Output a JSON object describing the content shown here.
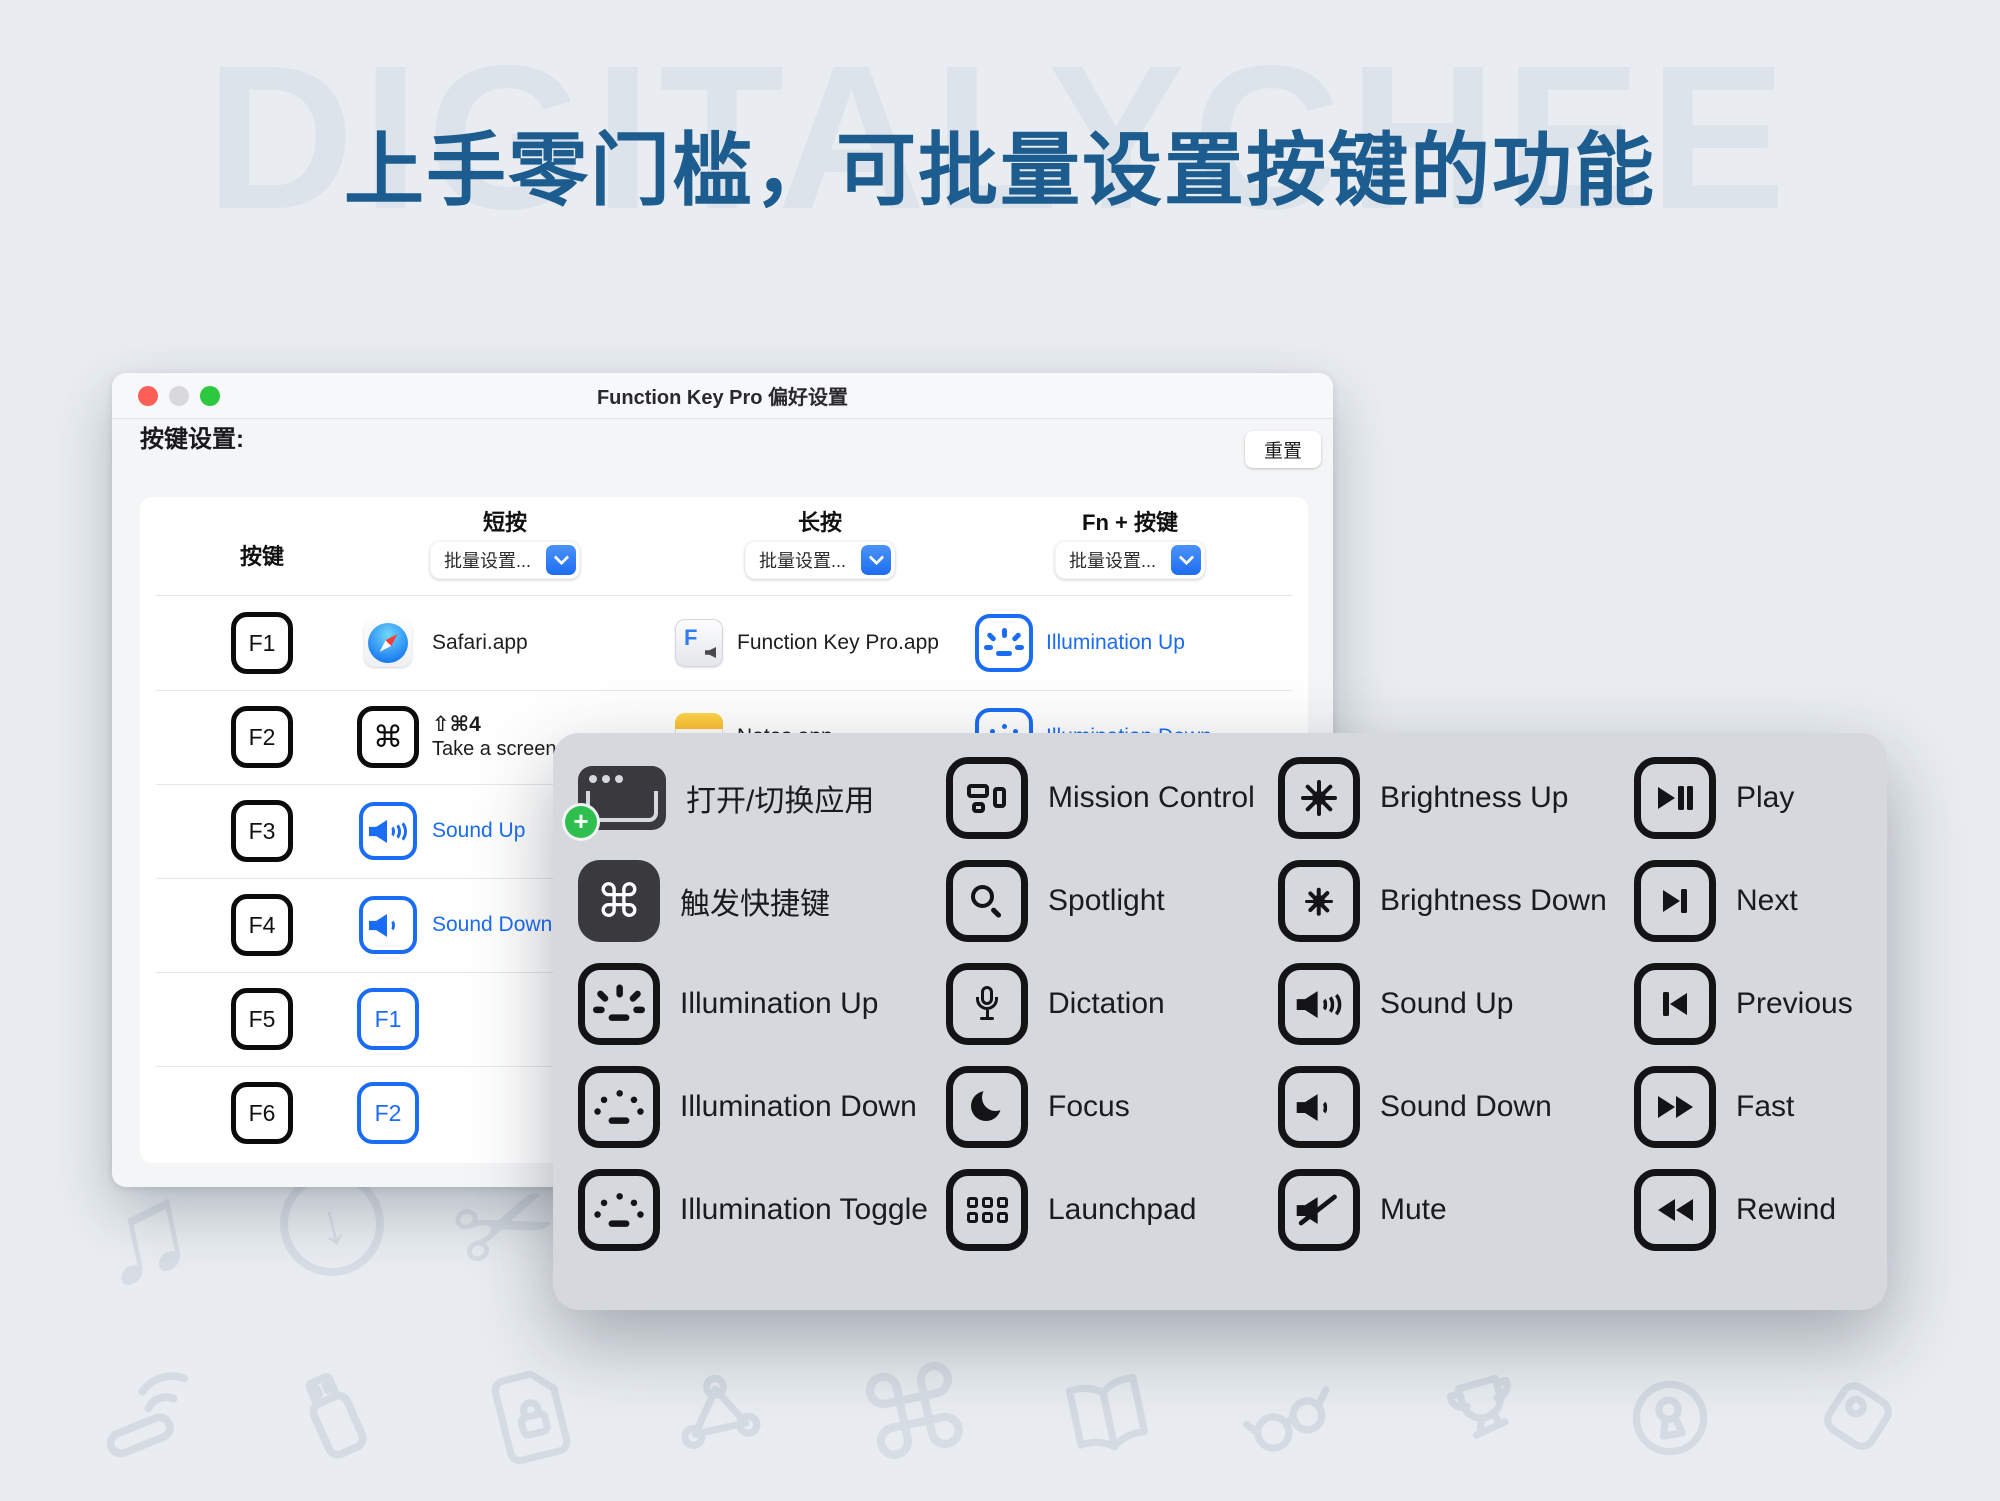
{
  "watermark": "DIGITALYCHEE",
  "headline": "上手零门槛，可批量设置按键的功能",
  "colors": {
    "accent_blue": "#1b6cf4",
    "headline_blue": "#1d5c8f",
    "panel_gray": "#d5d8dd",
    "traffic_red": "#ff5f57",
    "traffic_middle_gray": "#d9d9dc",
    "traffic_green": "#2bc840",
    "notes_yellow": "#fdc33b",
    "badge_green": "#2fbf4e"
  },
  "glyphs": {
    "command": "⌘",
    "plus": "+",
    "fkp_letter": "F",
    "music_note": "♫",
    "down_arrow": "↓",
    "scissors": "✂"
  },
  "window": {
    "title": "Function Key Pro 偏好设置",
    "section_label": "按键设置:",
    "reset_label": "重置",
    "columns": {
      "key": "按键",
      "short": "短按",
      "long": "长按",
      "fn": "Fn + 按键"
    },
    "batch_label": "批量设置...",
    "rows": [
      {
        "key": "F1",
        "short_icon": "safari-app-icon",
        "short_label": "Safari.app",
        "long_icon": "function-key-pro-app-icon",
        "long_label": "Function Key Pro.app",
        "fn_icon": "illumination-up-icon",
        "fn_label": "Illumination Up"
      },
      {
        "key": "F2",
        "short_icon": "command-shortcut-icon",
        "short_label": "⇧⌘4",
        "short_sublabel": "Take a screen",
        "long_icon": "notes-app-icon",
        "long_label": "Notes.app",
        "fn_icon": "illumination-down-icon",
        "fn_label": "Illumination Down"
      },
      {
        "key": "F3",
        "short_icon": "sound-up-icon",
        "short_label": "Sound Up"
      },
      {
        "key": "F4",
        "short_icon": "sound-down-icon",
        "short_label": "Sound Down"
      },
      {
        "key": "F5",
        "short_keycap": "F1"
      },
      {
        "key": "F6",
        "short_keycap": "F2"
      }
    ]
  },
  "popup": {
    "items": [
      {
        "label": "打开/切换应用",
        "icon": "app-window-icon",
        "badge": "+"
      },
      {
        "label": "触发快捷键",
        "icon": "command-icon"
      },
      {
        "label": "Illumination Up",
        "icon": "illumination-up-icon"
      },
      {
        "label": "Illumination Down",
        "icon": "illumination-down-icon"
      },
      {
        "label": "Illumination Toggle",
        "icon": "illumination-toggle-icon"
      },
      {
        "label": "Mission Control",
        "icon": "mission-control-icon"
      },
      {
        "label": "Spotlight",
        "icon": "magnifier-icon"
      },
      {
        "label": "Dictation",
        "icon": "microphone-icon"
      },
      {
        "label": "Focus",
        "icon": "moon-icon"
      },
      {
        "label": "Launchpad",
        "icon": "launchpad-grid-icon"
      },
      {
        "label": "Brightness Up",
        "icon": "brightness-up-icon"
      },
      {
        "label": "Brightness Down",
        "icon": "brightness-down-icon"
      },
      {
        "label": "Sound Up",
        "icon": "sound-up-icon"
      },
      {
        "label": "Sound Down",
        "icon": "sound-down-icon"
      },
      {
        "label": "Mute",
        "icon": "mute-icon"
      },
      {
        "label": "Play",
        "icon": "play-pause-icon"
      },
      {
        "label": "Next",
        "icon": "next-track-icon"
      },
      {
        "label": "Previous",
        "icon": "previous-track-icon"
      },
      {
        "label": "Fast",
        "icon": "fast-forward-icon"
      },
      {
        "label": "Rewind",
        "icon": "rewind-icon"
      }
    ]
  },
  "background_icons": {
    "middle": [
      "music-note",
      "download-circle",
      "scissors"
    ],
    "bottom": [
      "wireless-remote",
      "usb-drive",
      "file-lock",
      "network-nodes",
      "command-key",
      "open-book",
      "glasses",
      "trophy",
      "keyhole",
      "price-tag"
    ]
  }
}
